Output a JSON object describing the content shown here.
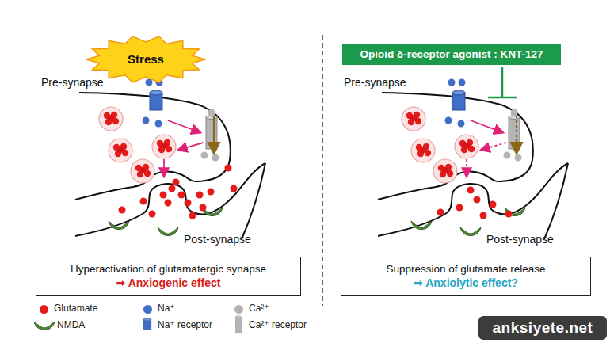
{
  "diagram": {
    "nodes": [
      {
        "text": [
          "Stress"
        ]
      },
      {
        "text": [
          "Opioid δ-receptor agonist : KNT-127"
        ]
      },
      {
        "text": [
          "Hyperactivation of glutamatergic synapse",
          "➡ Anxiogenic effect"
        ]
      },
      {
        "text": [
          "Suppression of glutamate release",
          "➡ Anxiolytic effect?"
        ]
      },
      {
        "text": [
          "anksiyete.net"
        ]
      }
    ],
    "labels": [
      "Pre-synapse",
      "Post-synapse",
      "Pre-synapse",
      "Post-synapse"
    ],
    "legend": [
      {
        "text": "Glutamate",
        "color": "#e41b1b"
      },
      {
        "text": "Na⁺",
        "color": "#3f6fc6"
      },
      {
        "text": "Ca²⁺",
        "color": "#b4b4b4"
      },
      {
        "text": "NMDA"
      },
      {
        "text": "Na⁺ receptor"
      },
      {
        "text": "Ca²⁺ receptor"
      }
    ]
  }
}
